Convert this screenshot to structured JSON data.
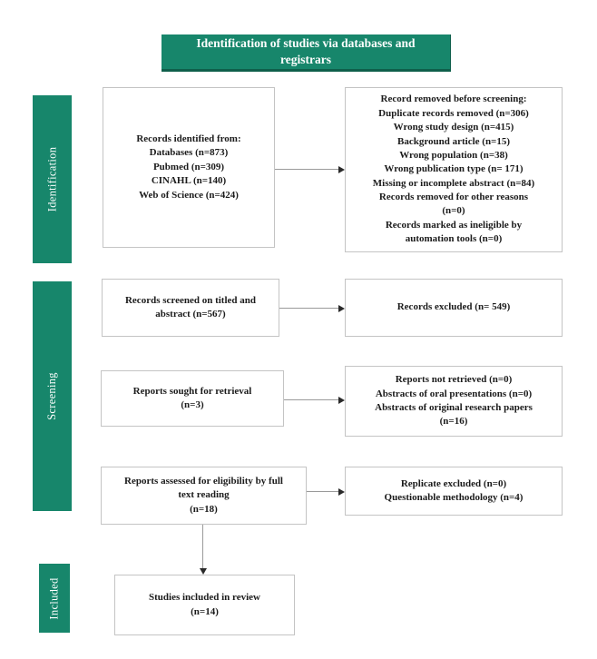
{
  "title": "Identification of studies via databases and\nregistrars",
  "colors": {
    "green": "#17866b"
  },
  "sidebar": {
    "identification": "Identification",
    "screening": "Screening",
    "included": "Included"
  },
  "boxes": {
    "records_identified": "Records identified from:\nDatabases (n=873)\nPubmed (n=309)\nCINAHL (n=140)\nWeb of Science (n=424)",
    "records_removed": "Record removed before screening:\nDuplicate records removed (n=306)\nWrong study design (n=415)\nBackground article (n=15)\nWrong population (n=38)\nWrong publication type (n= 171)\nMissing or incomplete abstract (n=84)\nRecords removed for other reasons\n(n=0)\nRecords marked as ineligible by\nautomation tools (n=0)",
    "records_screened": "Records screened on titled and\nabstract (n=567)",
    "records_excluded": "Records excluded (n= 549)",
    "reports_sought": "Reports sought for retrieval\n(n=3)",
    "reports_not_retrieved": "Reports not retrieved (n=0)\nAbstracts of oral presentations (n=0)\nAbstracts of original research papers\n(n=16)",
    "reports_assessed": "Reports assessed for eligibility by full\ntext reading\n(n=18)",
    "replicate_excluded": "Replicate excluded (n=0)\nQuestionable methodology (n=4)",
    "studies_included": "Studies included in review\n(n=14)"
  }
}
